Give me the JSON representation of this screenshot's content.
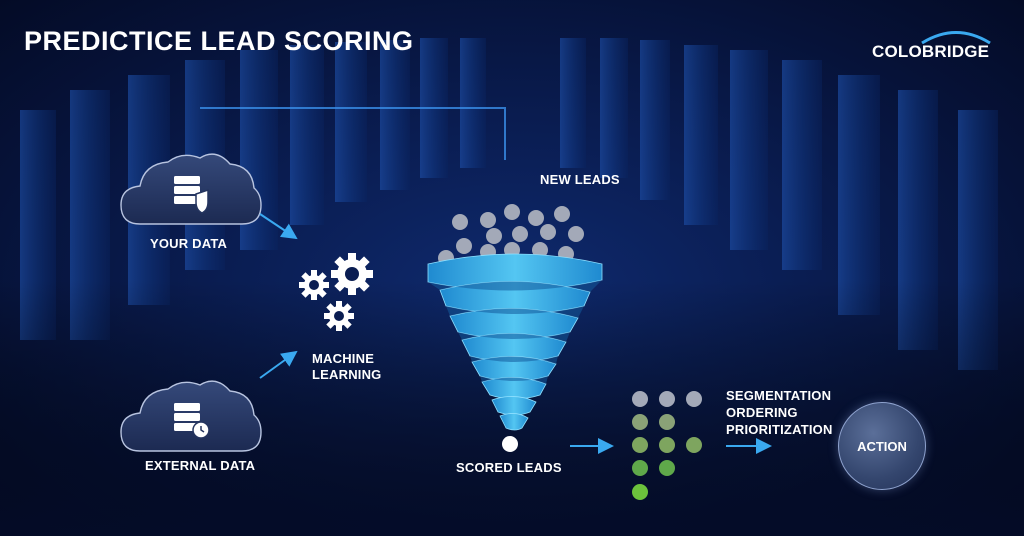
{
  "header": {
    "title": "PREDICTICE LEAD SCORING",
    "brand": "COLOBRIDGE"
  },
  "inputs": {
    "your_data": "YOUR DATA",
    "external_data": "EXTERNAL DATA"
  },
  "process": {
    "machine_learning_line1": "MACHINE",
    "machine_learning_line2": "LEARNING"
  },
  "funnel": {
    "new_leads": "NEW LEADS",
    "scored_leads": "SCORED LEADS"
  },
  "outcomes": {
    "segmentation": "SEGMENTATION",
    "ordering": "ORDERING",
    "prioritization": "PRIORITIZATION",
    "action": "ACTION"
  },
  "icons": [
    "database-shield-icon",
    "database-clock-icon",
    "gears-icon",
    "arrow-icon"
  ],
  "colors": {
    "background": "#0a1d52",
    "funnel": "#3ab4ea",
    "lead_gray": "#a3a9b8",
    "lead_green_light": "#8aa277",
    "lead_green": "#5fa84a",
    "lead_green_bright": "#6cc23c",
    "arrow": "#3aa9f0"
  }
}
